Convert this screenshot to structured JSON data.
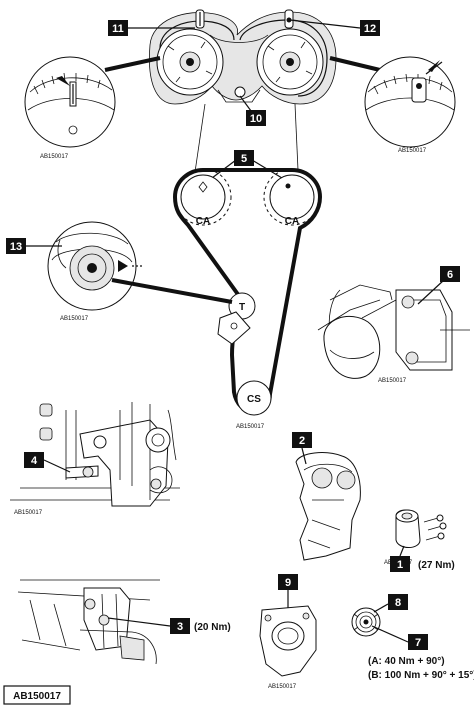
{
  "callouts": {
    "c1": "1",
    "c2": "2",
    "c3": "3",
    "c4": "4",
    "c5": "5",
    "c6": "6",
    "c7": "7",
    "c8": "8",
    "c9": "9",
    "c10": "10",
    "c11": "11",
    "c12": "12",
    "c13": "13"
  },
  "pulley_labels": {
    "ca_left": "CA",
    "ca_right": "CA",
    "tensioner": "T",
    "crankshaft": "CS"
  },
  "ref_codes": {
    "left_detail": "AB150017",
    "right_detail": "AB150017",
    "tensioner_detail": "AB150017",
    "belt_route": "AB150017",
    "engine_detail": "AB150017",
    "crank_detail": "AB150017",
    "cover_detail": "AB150017",
    "tensioner_parts": "AB150017",
    "figure_code": "AB150017"
  },
  "torques": {
    "item1": "(27 Nm)",
    "item3": "(20 Nm)",
    "item7_a": "(A: 40 Nm + 90°)",
    "item7_b": "(B: 100 Nm + 90° + 15°)"
  }
}
